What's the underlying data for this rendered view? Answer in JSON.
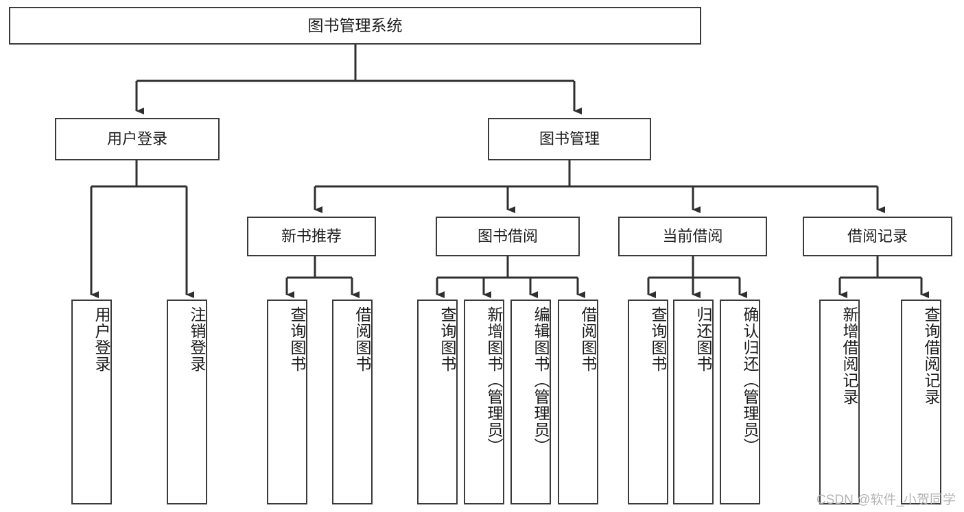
{
  "diagram": {
    "title": "图书管理系统",
    "type": "tree-structure-chart",
    "root": {
      "label": "图书管理系统"
    },
    "level1": [
      {
        "label": "用户登录"
      },
      {
        "label": "图书管理"
      }
    ],
    "level2": [
      {
        "label": "新书推荐"
      },
      {
        "label": "图书借阅"
      },
      {
        "label": "当前借阅"
      },
      {
        "label": "借阅记录"
      }
    ],
    "leaves": {
      "user_login": [
        {
          "label": "用户登录"
        },
        {
          "label": "注销登录"
        }
      ],
      "new_book": [
        {
          "label": "查询图书"
        },
        {
          "label": "借阅图书"
        }
      ],
      "book_borrow": [
        {
          "label": "查询图书"
        },
        {
          "label": "新增图书（管理员）"
        },
        {
          "label": "编辑图书（管理员）"
        },
        {
          "label": "借阅图书"
        }
      ],
      "current_borrow": [
        {
          "label": "查询图书"
        },
        {
          "label": "归还图书"
        },
        {
          "label": "确认归还（管理员）"
        }
      ],
      "borrow_record": [
        {
          "label": "新增借阅记录"
        },
        {
          "label": "查询借阅记录"
        }
      ]
    }
  },
  "watermark": {
    "text": "CSDN @软件_小贺同学"
  },
  "colors": {
    "border": "#3a3a3a",
    "text": "#1b1b1b",
    "background": "#ffffff",
    "watermark": "#b4b4b4"
  }
}
